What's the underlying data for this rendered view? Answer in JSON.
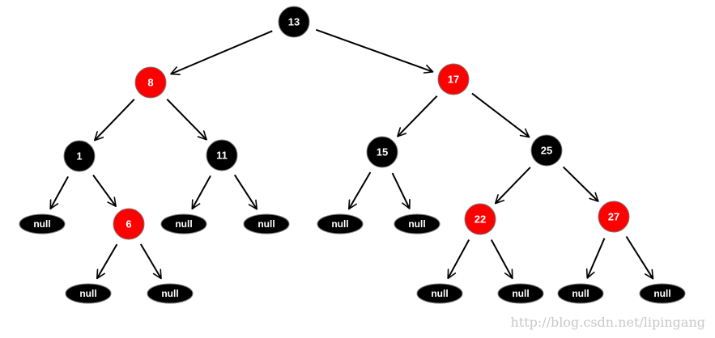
{
  "diagram": {
    "colors": {
      "red": "#ff0000",
      "black": "#000000",
      "label": "#ffffff",
      "edge": "#000000",
      "node_stroke": "#7a7a7a"
    },
    "nodes": [
      {
        "id": "n13",
        "label": "13",
        "color": "black",
        "shape": "circle"
      },
      {
        "id": "n8",
        "label": "8",
        "color": "red",
        "shape": "circle"
      },
      {
        "id": "n17",
        "label": "17",
        "color": "red",
        "shape": "circle"
      },
      {
        "id": "n1",
        "label": "1",
        "color": "black",
        "shape": "circle"
      },
      {
        "id": "n11",
        "label": "11",
        "color": "black",
        "shape": "circle"
      },
      {
        "id": "n15",
        "label": "15",
        "color": "black",
        "shape": "circle"
      },
      {
        "id": "n25",
        "label": "25",
        "color": "black",
        "shape": "circle"
      },
      {
        "id": "null_1L",
        "label": "null",
        "color": "black",
        "shape": "null"
      },
      {
        "id": "n6",
        "label": "6",
        "color": "red",
        "shape": "circle"
      },
      {
        "id": "null_11L",
        "label": "null",
        "color": "black",
        "shape": "null"
      },
      {
        "id": "null_11R",
        "label": "null",
        "color": "black",
        "shape": "null"
      },
      {
        "id": "null_15L",
        "label": "null",
        "color": "black",
        "shape": "null"
      },
      {
        "id": "null_15R",
        "label": "null",
        "color": "black",
        "shape": "null"
      },
      {
        "id": "n22",
        "label": "22",
        "color": "red",
        "shape": "circle"
      },
      {
        "id": "n27",
        "label": "27",
        "color": "red",
        "shape": "circle"
      },
      {
        "id": "null_6L",
        "label": "null",
        "color": "black",
        "shape": "null"
      },
      {
        "id": "null_6R",
        "label": "null",
        "color": "black",
        "shape": "null"
      },
      {
        "id": "null_22L",
        "label": "null",
        "color": "black",
        "shape": "null"
      },
      {
        "id": "null_22R",
        "label": "null",
        "color": "black",
        "shape": "null"
      },
      {
        "id": "null_27L",
        "label": "null",
        "color": "black",
        "shape": "null"
      },
      {
        "id": "null_27R",
        "label": "null",
        "color": "black",
        "shape": "null"
      }
    ],
    "edges": [
      {
        "from": "n13",
        "to": "n8"
      },
      {
        "from": "n13",
        "to": "n17"
      },
      {
        "from": "n8",
        "to": "n1"
      },
      {
        "from": "n8",
        "to": "n11"
      },
      {
        "from": "n17",
        "to": "n15"
      },
      {
        "from": "n17",
        "to": "n25"
      },
      {
        "from": "n1",
        "to": "null_1L"
      },
      {
        "from": "n1",
        "to": "n6"
      },
      {
        "from": "n11",
        "to": "null_11L"
      },
      {
        "from": "n11",
        "to": "null_11R"
      },
      {
        "from": "n15",
        "to": "null_15L"
      },
      {
        "from": "n15",
        "to": "null_15R"
      },
      {
        "from": "n25",
        "to": "n22"
      },
      {
        "from": "n25",
        "to": "n27"
      },
      {
        "from": "n6",
        "to": "null_6L"
      },
      {
        "from": "n6",
        "to": "null_6R"
      },
      {
        "from": "n22",
        "to": "null_22L"
      },
      {
        "from": "n22",
        "to": "null_22R"
      },
      {
        "from": "n27",
        "to": "null_27L"
      },
      {
        "from": "n27",
        "to": "null_27R"
      }
    ]
  },
  "watermark": {
    "text": "http://blog.csdn.net/lipingang"
  }
}
